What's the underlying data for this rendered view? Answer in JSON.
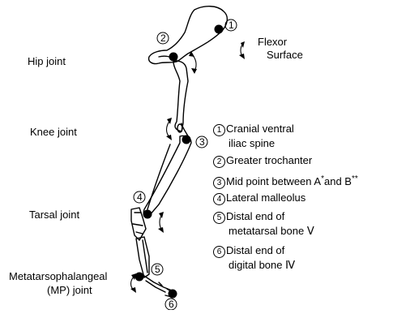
{
  "joints": {
    "hip": "Hip joint",
    "knee": "Knee joint",
    "tarsal": "Tarsal joint",
    "mp_line1": "Metatarsophalangeal",
    "mp_line2": "(MP) joint"
  },
  "flexor": {
    "line1": "Flexor",
    "line2": "Surface"
  },
  "markers": [
    "1",
    "2",
    "3",
    "4",
    "5",
    "6"
  ],
  "legend": [
    {
      "num": "1",
      "line1": "Cranial ventral",
      "line2": "iliac spine"
    },
    {
      "num": "2",
      "line1": "Greater trochanter"
    },
    {
      "num": "3",
      "line1_a": "Mid point between A",
      "star1": "*",
      "line1_b": "and B",
      "star2": "**"
    },
    {
      "num": "4",
      "line1": "Lateral malleolus"
    },
    {
      "num": "5",
      "line1": "Distal end of",
      "line2": "metatarsal bone Ⅴ"
    },
    {
      "num": "6",
      "line1": "Distal end of",
      "line2": "digital bone Ⅳ"
    }
  ]
}
